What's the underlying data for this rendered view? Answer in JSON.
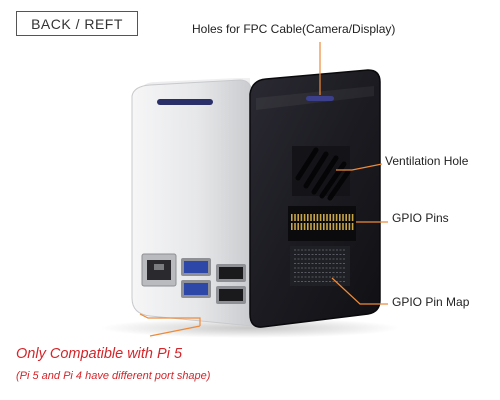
{
  "header": {
    "view_label": "BACK / REFT"
  },
  "callouts": {
    "fpc_holes": "Holes for FPC Cable(Camera/Display)",
    "ventilation": "Ventilation Hole",
    "gpio_pins": "GPIO Pins",
    "gpio_map": "GPIO Pin Map"
  },
  "notes": {
    "compatibility": "Only Compatible with Pi 5",
    "compatibility_detail": "(Pi 5 and Pi 4 have different port shape)"
  },
  "colors": {
    "callout_line": "#ee8a3a",
    "warning_text": "#d2262b",
    "case_silver": "#e9eaec",
    "panel_dark": "#1c1c22"
  }
}
